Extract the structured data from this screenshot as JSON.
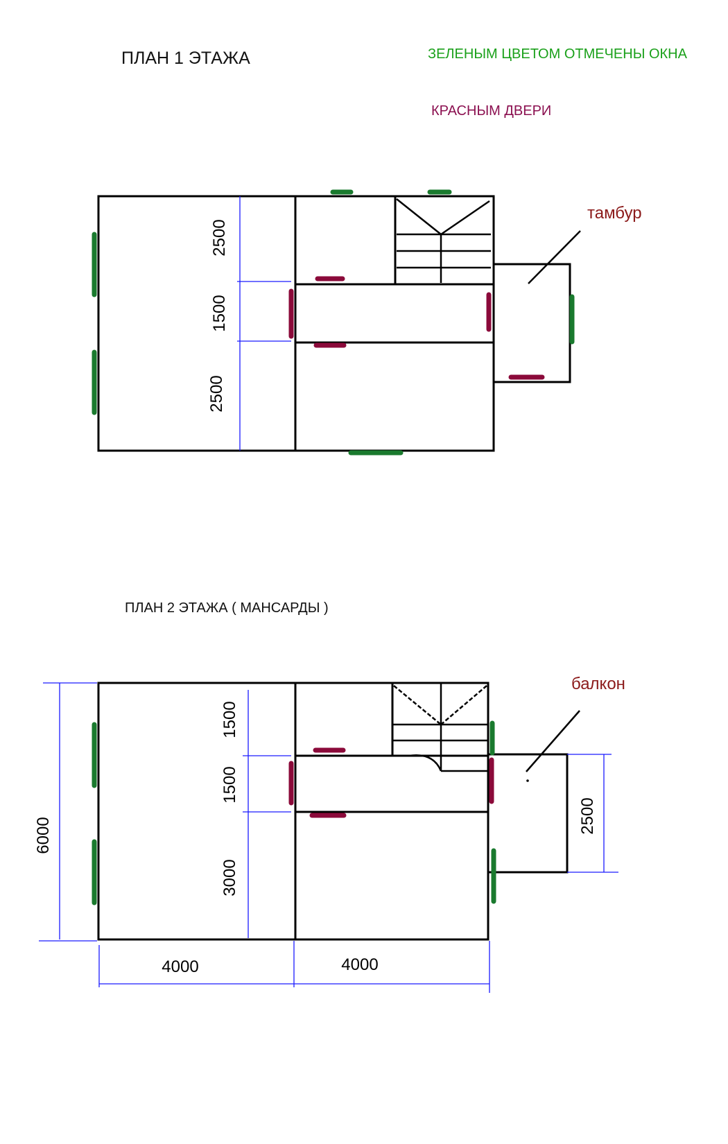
{
  "plan1": {
    "title": "ПЛАН  1 ЭТАЖА",
    "annotation_label": "тамбур",
    "dimensions": [
      "2500",
      "1500",
      "2500"
    ]
  },
  "plan2": {
    "title": "ПЛАН  2 ЭТАЖА ( МАНСАРДЫ )",
    "annotation_label": "балкон",
    "dimensions_vertical": [
      "1500",
      "1500",
      "3000"
    ],
    "dimension_total": "6000",
    "dimension_balcony": "2500",
    "dimensions_horizontal": [
      "4000",
      "4000"
    ]
  },
  "legend": {
    "windows": "ЗЕЛЕНЫМ ЦВЕТОМ  ОТМЕЧЕНЫ ОКНА",
    "doors": "КРАСНЫМ   ДВЕРИ"
  },
  "colors": {
    "window": "#1a7a2e",
    "door": "#8b0a3a",
    "legend_window_text": "#1aa01a",
    "legend_door_text": "#8b1050",
    "label_text": "#8b1a1a",
    "dimension_line": "#1a1aff",
    "wall": "#000000"
  }
}
